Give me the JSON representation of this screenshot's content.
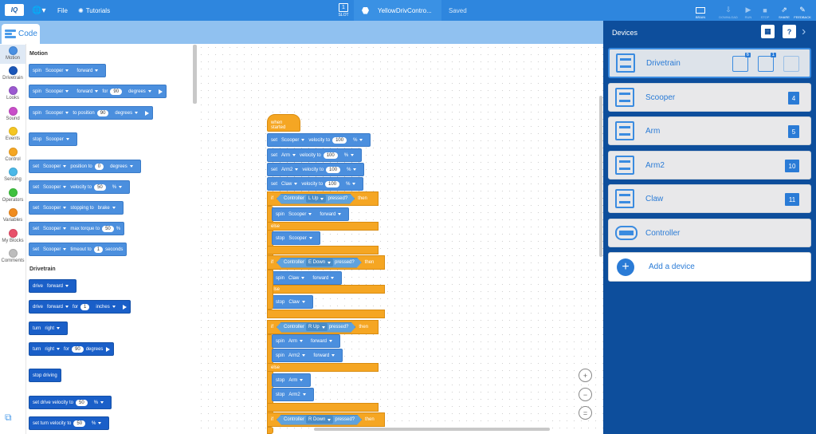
{
  "topbar": {
    "logo": "IQ",
    "file_label": "File",
    "tutorials_label": "Tutorials",
    "slot_label": "SLOT",
    "slot_value": "1",
    "project_name": "YellowDrivContro...",
    "save_status": "Saved",
    "right_buttons": [
      "BRAIN",
      "DOWNLOAD",
      "RUN",
      "STOP",
      "SHARE",
      "FEEDBACK"
    ]
  },
  "code_tab": "Code",
  "categories": [
    {
      "label": "Motion",
      "color": "#4a90e2"
    },
    {
      "label": "Drivetrain",
      "color": "#1a56b8"
    },
    {
      "label": "Looks",
      "color": "#9b59d0"
    },
    {
      "label": "Sound",
      "color": "#c94ec9"
    },
    {
      "label": "Events",
      "color": "#f5c623"
    },
    {
      "label": "Control",
      "color": "#f5a623"
    },
    {
      "label": "Sensing",
      "color": "#4ab8e8"
    },
    {
      "label": "Operators",
      "color": "#3ec13e"
    },
    {
      "label": "Variables",
      "color": "#f08c1f"
    },
    {
      "label": "My Blocks",
      "color": "#e8506a"
    },
    {
      "label": "Comments",
      "color": "#bdbdbd"
    }
  ],
  "palette": {
    "motion_heading": "Motion",
    "drivetrain_heading": "Drivetrain",
    "spin": "spin",
    "scooper": "Scooper",
    "forward": "forward",
    "for": "for",
    "degrees": "degrees",
    "to_position": "to position",
    "stop": "stop",
    "set": "set",
    "position_to": "position to",
    "velocity_to": "velocity to",
    "percent": "%",
    "stopping_to": "stopping to",
    "brake": "brake",
    "max_torque_to": "max torque to",
    "timeout_to": "timeout to",
    "seconds": "seconds",
    "drive": "drive",
    "inches": "inches",
    "turn": "turn",
    "right": "right",
    "stop_driving": "stop driving",
    "set_drive_velocity_to": "set drive velocity to",
    "set_turn_velocity_to": "set turn velocity to",
    "n90": "90",
    "n0": "0",
    "n50": "50",
    "n1": "1"
  },
  "script": {
    "when_started": "when started",
    "set": "set",
    "velocity_to": "velocity to",
    "percent": "%",
    "motors": [
      "Scooper",
      "Arm",
      "Arm2",
      "Claw"
    ],
    "velocity_value": "100",
    "if": "if",
    "then": "then",
    "else": "else",
    "controller": "Controller",
    "pressed": "pressed?",
    "buttons": [
      "L Up",
      "E Down",
      "R Up",
      "R Down"
    ],
    "spin": "spin",
    "stop": "stop",
    "forward": "forward"
  },
  "zoom": {
    "in": "+",
    "out": "−",
    "reset": "="
  },
  "devices": {
    "title": "Devices",
    "items": [
      {
        "name": "Drivetrain",
        "ports": [
          "6",
          "1"
        ]
      },
      {
        "name": "Scooper",
        "port": "4"
      },
      {
        "name": "Arm",
        "port": "5"
      },
      {
        "name": "Arm2",
        "port": "10"
      },
      {
        "name": "Claw",
        "port": "11"
      },
      {
        "name": "Controller"
      }
    ],
    "add_label": "Add a device"
  }
}
